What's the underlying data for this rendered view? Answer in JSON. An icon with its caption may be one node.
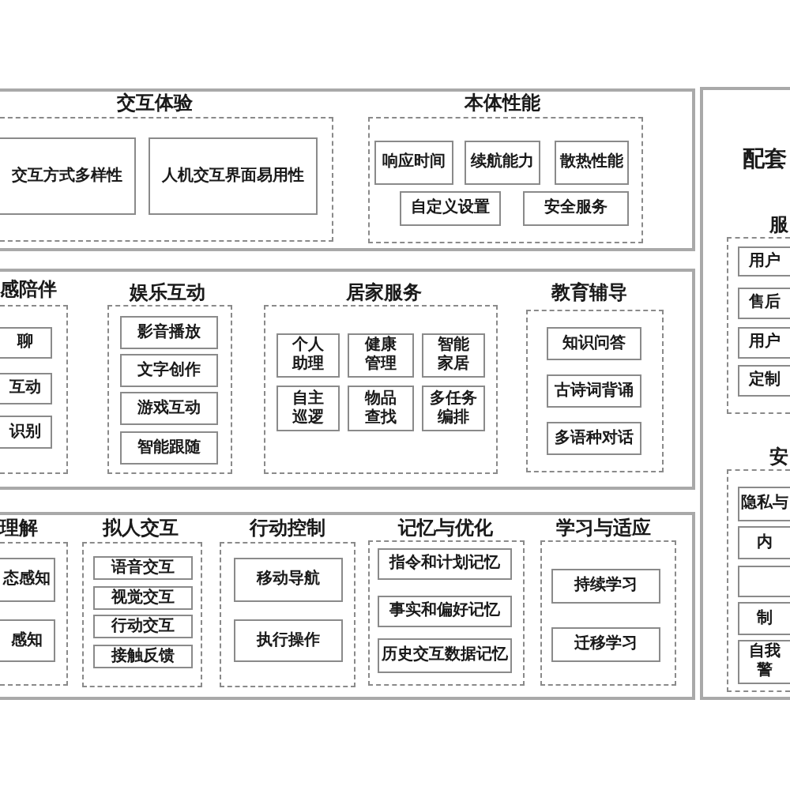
{
  "diagram": {
    "nodes": [
      {
        "text": [],
        "shape": "box"
      },
      {
        "text": [
          "交互体验"
        ],
        "in": 0
      },
      {
        "text": [
          "交互方式多样性"
        ],
        "in": 1
      },
      {
        "text": [
          "人机交互界面易用性"
        ],
        "in": 1
      },
      {
        "text": [
          "本体性能"
        ],
        "in": 0
      },
      {
        "text": [
          "响应时间"
        ],
        "in": 4
      },
      {
        "text": [
          "续航能力"
        ],
        "in": 4
      },
      {
        "text": [
          "散热性能"
        ],
        "in": 4
      },
      {
        "text": [
          "自定义设置"
        ],
        "in": 4
      },
      {
        "text": [
          "安全服务"
        ],
        "in": 4
      },
      {
        "text": [],
        "shape": "box"
      },
      {
        "text": [
          "感陪伴"
        ],
        "in": 10
      },
      {
        "text": [
          "聊"
        ],
        "in": 11
      },
      {
        "text": [
          "互动"
        ],
        "in": 11
      },
      {
        "text": [
          "识别"
        ],
        "in": 11
      },
      {
        "text": [
          "娱乐互动"
        ],
        "in": 10
      },
      {
        "text": [
          "影音播放"
        ],
        "in": 15
      },
      {
        "text": [
          "文字创作"
        ],
        "in": 15
      },
      {
        "text": [
          "游戏互动"
        ],
        "in": 15
      },
      {
        "text": [
          "智能跟随"
        ],
        "in": 15
      },
      {
        "text": [
          "居家服务"
        ],
        "in": 10
      },
      {
        "text": [
          "个人助理"
        ],
        "in": 20
      },
      {
        "text": [
          "健康管理"
        ],
        "in": 20
      },
      {
        "text": [
          "智能家居"
        ],
        "in": 20
      },
      {
        "text": [
          "自主巡逻"
        ],
        "in": 20
      },
      {
        "text": [
          "物品查找"
        ],
        "in": 20
      },
      {
        "text": [
          "多任务编排"
        ],
        "in": 20
      },
      {
        "text": [
          "教育辅导"
        ],
        "in": 10
      },
      {
        "text": [
          "知识问答"
        ],
        "in": 27
      },
      {
        "text": [
          "古诗词背诵"
        ],
        "in": 27
      },
      {
        "text": [
          "多语种对话"
        ],
        "in": 27
      },
      {
        "text": [],
        "shape": "box"
      },
      {
        "text": [
          "理解"
        ],
        "in": 31
      },
      {
        "text": [
          "态感知"
        ],
        "in": 32
      },
      {
        "text": [
          "感知"
        ],
        "in": 32
      },
      {
        "text": [
          "拟人交互"
        ],
        "in": 31
      },
      {
        "text": [
          "语音交互"
        ],
        "in": 35
      },
      {
        "text": [
          "视觉交互"
        ],
        "in": 35
      },
      {
        "text": [
          "行动交互"
        ],
        "in": 35
      },
      {
        "text": [
          "接触反馈"
        ],
        "in": 35
      },
      {
        "text": [
          "行动控制"
        ],
        "in": 31
      },
      {
        "text": [
          "移动导航"
        ],
        "in": 40
      },
      {
        "text": [
          "执行操作"
        ],
        "in": 40
      },
      {
        "text": [
          "记忆与优化"
        ],
        "in": 31
      },
      {
        "text": [
          "指令和计划记忆"
        ],
        "in": 43
      },
      {
        "text": [
          "事实和偏好记忆"
        ],
        "in": 43
      },
      {
        "text": [
          "历史交互数据记忆"
        ],
        "in": 43
      },
      {
        "text": [
          "学习与适应"
        ],
        "in": 31
      },
      {
        "text": [
          "持续学习"
        ],
        "in": 47
      },
      {
        "text": [
          "迁移学习"
        ],
        "in": 47
      },
      {
        "text": [
          "配套"
        ]
      },
      {
        "text": [
          "服"
        ],
        "in": 50
      },
      {
        "text": [
          "用户"
        ],
        "in": 51
      },
      {
        "text": [
          "售后"
        ],
        "in": 51
      },
      {
        "text": [
          "用户"
        ],
        "in": 51
      },
      {
        "text": [
          "定制"
        ],
        "in": 51
      },
      {
        "text": [
          "安"
        ],
        "in": 50
      },
      {
        "text": [
          "隐私与"
        ],
        "in": 56
      },
      {
        "text": [
          "内"
        ],
        "in": 56
      },
      {
        "text": [],
        "shape": "box",
        "in": 56
      },
      {
        "text": [
          "制"
        ],
        "in": 56
      },
      {
        "text": [
          "自我警"
        ],
        "in": 56
      }
    ]
  }
}
